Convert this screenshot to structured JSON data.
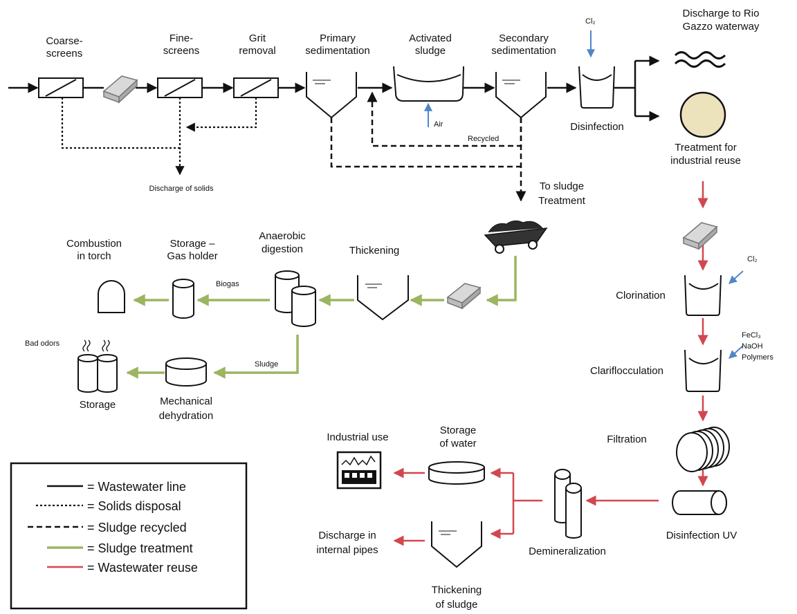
{
  "units": {
    "coarse_screens": "Coarse-\nscreens",
    "fine_screens": "Fine-\nscreens",
    "grit_removal": "Grit\nremoval",
    "primary_sed": "Primary\nsedimentation",
    "activated_sludge": "Activated\nsludge",
    "secondary_sed": "Secondary\nsedimentation",
    "disinfection": "Disinfection",
    "discharge_rio": "Discharge to Rio\nGazzo waterway",
    "treatment_reuse": "Treatment for\nindustrial reuse",
    "discharge_solids": "Discharge of solids",
    "recycled": "Recycled",
    "air": "Air",
    "cl2_top": "Cl₂",
    "to_sludge": "To sludge\nTreatment",
    "combustion": "Combustion\nin torch",
    "gas_holder": "Storage –\nGas holder",
    "anaerobic": "Anaerobic\ndigestion",
    "thickening": "Thickening",
    "biogas": "Biogas",
    "sludge": "Sludge",
    "bad_odors": "Bad odors",
    "storage": "Storage",
    "mech_dehyd": "Mechanical\ndehydration",
    "clorination": "Clorination",
    "cl2_right": "Cl₂",
    "clariflocculation": "Clariflocculation",
    "chemicals": "FeCl₃\nNaOH\nPolymers",
    "filtration": "Filtration",
    "disinfection_uv": "Disinfection UV",
    "demineralization": "Demineralization",
    "storage_water": "Storage\nof water",
    "industrial_use": "Industrial use",
    "discharge_pipes": "Discharge in\ninternal pipes",
    "thickening_sludge": "Thickening\nof sludge"
  },
  "legend": {
    "wastewater_line": "= Wastewater line",
    "solids_disposal": "= Solids disposal",
    "sludge_recycled": "= Sludge recycled",
    "sludge_treatment": "= Sludge treatment",
    "wastewater_reuse": "= Wastewater reuse"
  },
  "colors": {
    "wastewater_line": "#111111",
    "sludge_treatment": "#9bb561",
    "wastewater_reuse": "#d2474e",
    "chemical_dosing": "#4f86c6"
  }
}
